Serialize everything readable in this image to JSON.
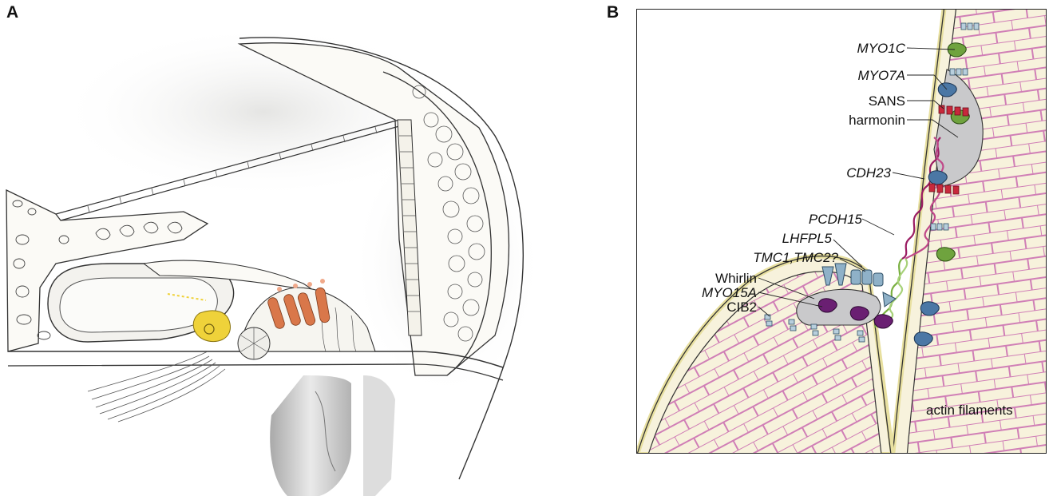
{
  "panel_a": {
    "letter": "A",
    "colors": {
      "tissue_fill": "#fbfaf6",
      "outline": "#333333",
      "hair_cell_orange": "#d9774a",
      "inner_hair_cell_yellow": "#efd23a",
      "shading": "#d9d9d6"
    }
  },
  "panel_b": {
    "letter": "B",
    "labels": {
      "myo1c": "MYO1C",
      "myo7a": "MYO7A",
      "sans": "SANS",
      "harmonin": "harmonin",
      "cdh23": "CDH23",
      "pcdh15": "PCDH15",
      "lhfpl5": "LHFPL5",
      "tmc": "TMC1,TMC2?",
      "whirlin": "Whirlin",
      "myo15a": "MYO15A",
      "cib2": "CIB2",
      "actin": "actin filaments"
    },
    "colors": {
      "stereocilium_fill": "#f7f2dc",
      "actin_grid": "#d07fb6",
      "membrane_outline": "#e8e0a0",
      "density_gray": "#c9c9cb",
      "myo_green": "#6fa33e",
      "myo_blue": "#4b77a5",
      "sans_red": "#c8283c",
      "cdh23_purple": "#9b1d63",
      "pcdh15_green": "#7ab041",
      "myo15a_purple": "#6a1f72",
      "channel_steel": "#8fb1c8"
    }
  }
}
